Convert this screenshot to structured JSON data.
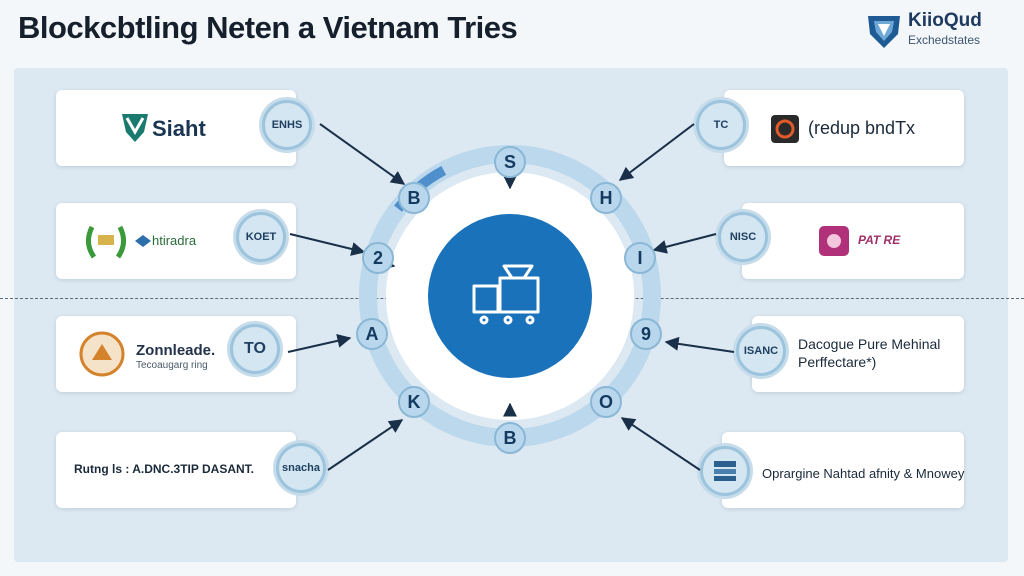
{
  "title": "Blockcbtling Neten a Vietnam Tries",
  "brand": {
    "name": "KiioQud",
    "sub": "Exchedstates"
  },
  "left_cards": [
    {
      "name": "Siaht",
      "badge": "ENHS"
    },
    {
      "name": "htiradra",
      "badge": "KOET"
    },
    {
      "name": "Zonnleade.",
      "sub": "Tecoaugarg ring",
      "badge": "TO"
    },
    {
      "name": "Rutng ls : A.DNC.3TIP DASANT.",
      "badge": "snacha"
    }
  ],
  "right_cards": [
    {
      "name": "(redup bndTx",
      "badge": "TC"
    },
    {
      "name": "PAT RE",
      "badge": "NISC"
    },
    {
      "name": "Dacogue Pure Mehinal",
      "sub": "Perffectare*)",
      "badge": "ISANC"
    },
    {
      "name": "Oprargine Nahtad afnity & Mnowey",
      "badge": ""
    }
  ],
  "ring_nodes": [
    "S",
    "H",
    "I",
    "9",
    "O",
    "B",
    "K",
    "A",
    "2",
    "B"
  ],
  "colors": {
    "hub": "#1a72ba",
    "ring": "#4f8fcb",
    "accent_orange": "#e07a2a"
  }
}
